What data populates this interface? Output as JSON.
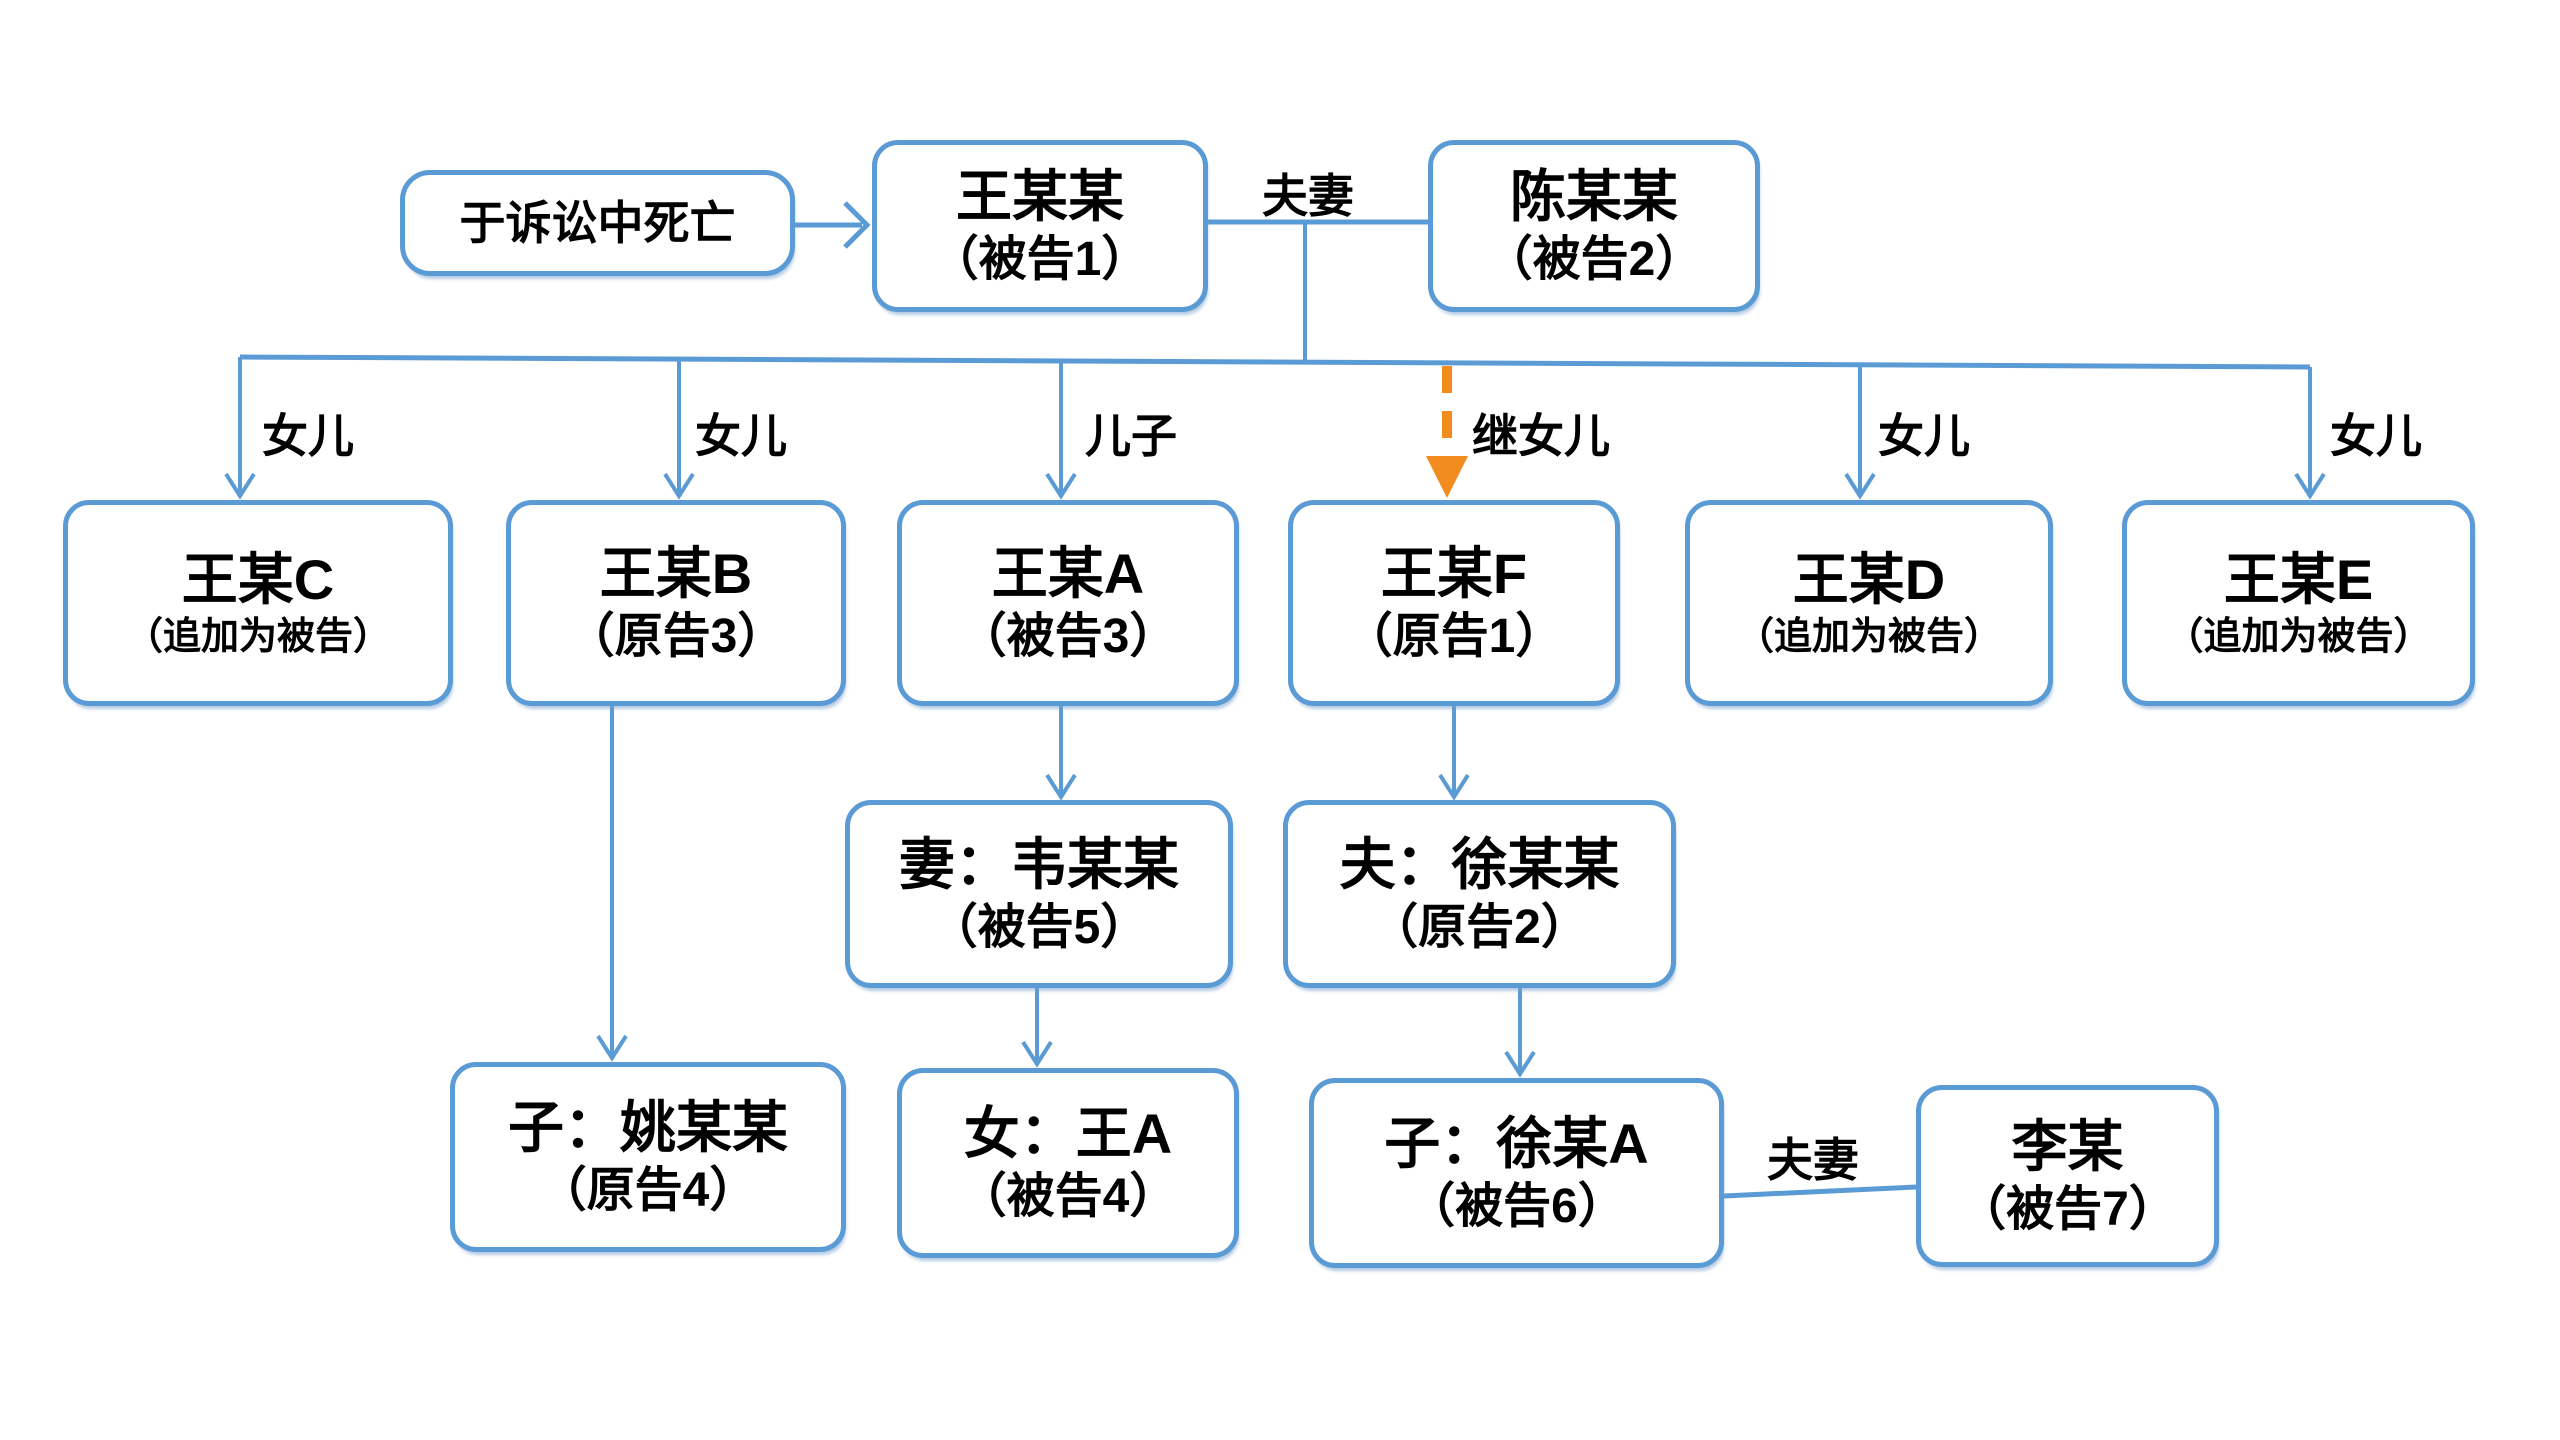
{
  "diagram": {
    "background": "#ffffff",
    "colors": {
      "box_border": "#5B9BD5",
      "connector": "#5B9BD5",
      "step_arrow": "#F28C1E",
      "text": "#000000"
    },
    "nodes": {
      "death_note": {
        "line1": "于诉讼中死亡"
      },
      "wang_mm": {
        "line1": "王某某",
        "line2": "（被告1）"
      },
      "chen_mm": {
        "line1": "陈某某",
        "line2": "（被告2）"
      },
      "wang_c": {
        "line1": "王某C",
        "line2": "（追加为被告）"
      },
      "wang_b": {
        "line1": "王某B",
        "line2": "（原告3）"
      },
      "wang_a": {
        "line1": "王某A",
        "line2": "（被告3）"
      },
      "wang_f": {
        "line1": "王某F",
        "line2": "（原告1）"
      },
      "wang_d": {
        "line1": "王某D",
        "line2": "（追加为被告）"
      },
      "wang_e": {
        "line1": "王某E",
        "line2": "（追加为被告）"
      },
      "wei_mm": {
        "line1": "妻：韦某某",
        "line2": "（被告5）"
      },
      "xu_mm": {
        "line1": "夫：徐某某",
        "line2": "（原告2）"
      },
      "yao_mm": {
        "line1": "子：姚某某",
        "line2": "（原告4）"
      },
      "nv_wang_a": {
        "line1": "女：王A",
        "line2": "（被告4）"
      },
      "xu_a": {
        "line1": "子：徐某A",
        "line2": "（被告6）"
      },
      "li_mou": {
        "line1": "李某",
        "line2": "（被告7）"
      }
    },
    "edge_labels": {
      "couple_top": "夫妻",
      "couple_bottom": "夫妻",
      "daughter1": "女儿",
      "daughter2": "女儿",
      "son": "儿子",
      "stepdaughter": "继女儿",
      "daughter3": "女儿",
      "daughter4": "女儿"
    }
  }
}
